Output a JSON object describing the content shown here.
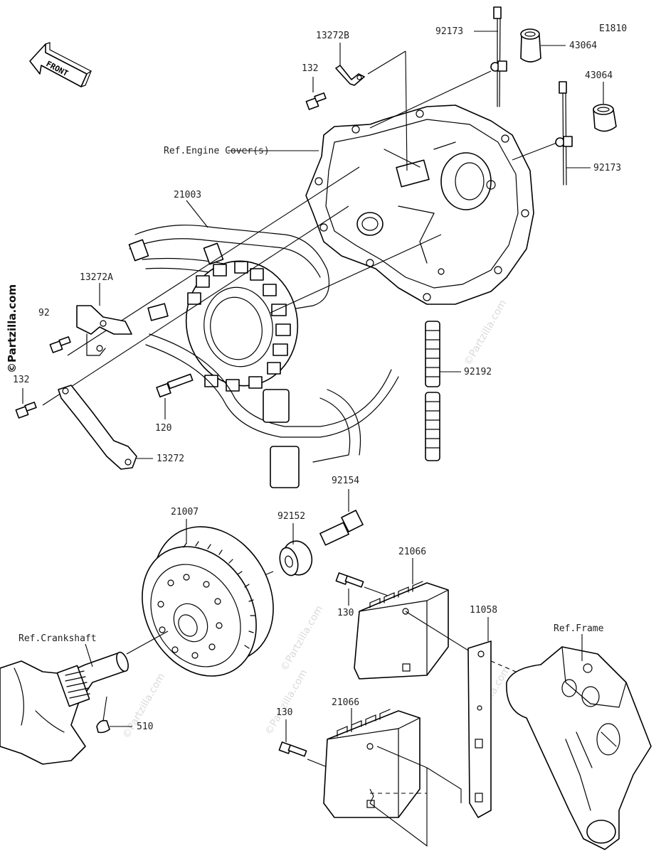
{
  "diagram_code": "E1810",
  "front_label": "FRONT",
  "watermark": "©Partzilla.com",
  "labels": {
    "p132_top": "132",
    "p13272B": "13272B",
    "p92173_top": "92173",
    "p43064_top": "43064",
    "p43064_right": "43064",
    "p92173_right": "92173",
    "ref_engine_cover": "Ref.Engine Cover(s)",
    "p21003": "21003",
    "p13272A": "13272A",
    "p92_left": "92",
    "p132_left": "132",
    "p120": "120",
    "p13272": "13272",
    "p92192": "92192",
    "p92154": "92154",
    "p21007": "21007",
    "p92152": "92152",
    "p21066_top": "21066",
    "p130_top": "130",
    "p11058": "11058",
    "ref_frame": "Ref.Frame",
    "ref_crankshaft": "Ref.Crankshaft",
    "p510": "510",
    "p130_bottom": "130",
    "p21066_bottom": "21066"
  }
}
